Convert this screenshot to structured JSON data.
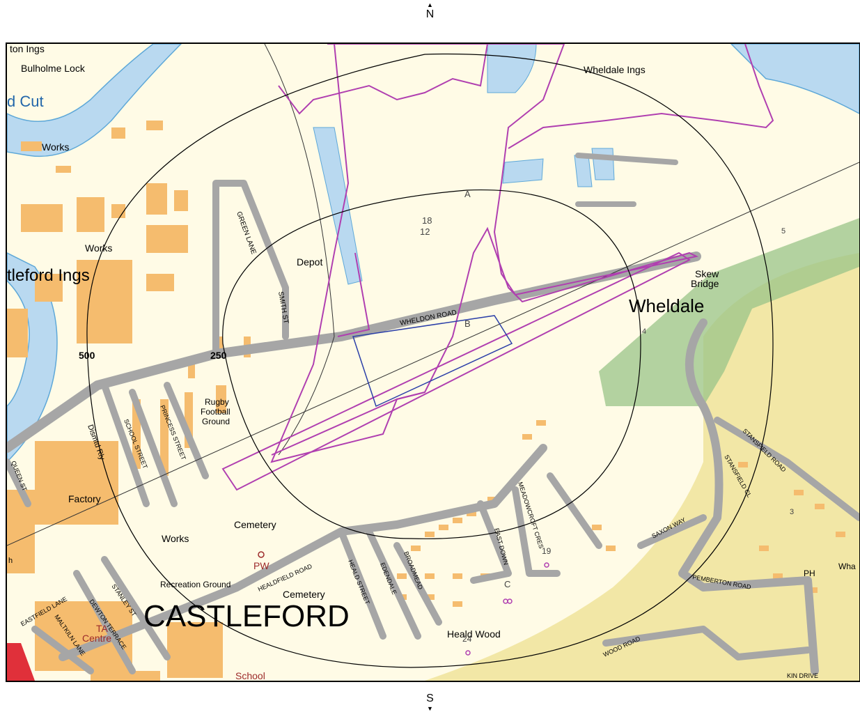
{
  "compass": {
    "north": "N",
    "south": "S",
    "up_arrow": "▲",
    "down_arrow": "▼"
  },
  "labels": {
    "ton_ings": "ton Ings",
    "bulholme_lock": "Bulholme Lock",
    "cut": "d Cut",
    "works_1": "Works",
    "works_2": "Works",
    "works_3": "Works",
    "castleford_ings": "tleford Ings",
    "depot": "Depot",
    "green_lane": "GREEN LANE",
    "smith_st": "SMITH ST",
    "wheldon_road": "WHELDON ROAD",
    "wheldale_ings": "Wheldale Ings",
    "skew_bridge_1": "Skew",
    "skew_bridge_2": "Bridge",
    "wheldale": "Wheldale",
    "rugby_1": "Rugby",
    "rugby_2": "Football",
    "rugby_3": "Ground",
    "dismtd_rly": "Dismtd Rly",
    "school_street": "SCHOOL STREET",
    "princess_street": "PRINCESS STREET",
    "queen_st": "QUEEN ST",
    "factory": "Factory",
    "cemetery_1": "Cemetery",
    "cemetery_2": "Cemetery",
    "pw": "PW",
    "recreation_ground": "Recreation Ground",
    "healdfield_road": "HEALDFIELD ROAD",
    "heald_street": "HEALD STREET",
    "edendale": "EDENDALE",
    "broadmead": "BROADMEAD",
    "east_down": "EAST DOWN",
    "meadowcroft": "MEADOWCROFT CRES",
    "saxon_way": "SAXON WAY",
    "stansfield_road": "STANSFIELD ROAD",
    "stansfield_cl": "STANSFIELD CL",
    "pemberton_road": "PEMBERTON ROAD",
    "ph": "PH",
    "wha": "Wha",
    "castleford": "CASTLEFORD",
    "ta_centre_1": "TA",
    "ta_centre_2": "Centre",
    "eastfield_lane": "EASTFIELD LANE",
    "dewton_terrace": "DEWTON TERRACE",
    "stanley_st": "STANLEY ST",
    "maltkiln_lane": "MALTKILN LANE",
    "school": "School",
    "heald_wood": "Heald Wood",
    "wood_road": "WOOD ROAD",
    "kin_drive": "KIN DRIVE",
    "h": "h"
  },
  "ring_labels": {
    "r500": "500",
    "r250": "250"
  },
  "points": {
    "a": "A",
    "b": "B",
    "c": "C",
    "n18": "18",
    "n12": "12",
    "n5": "5",
    "n4": "4",
    "n3": "3",
    "n19": "19",
    "n24": "24"
  },
  "colors": {
    "map_bg": "#fffbe6",
    "building": "#f5bc6e",
    "road": "#a6a6a6",
    "water": "#b9d9f0",
    "river_outline": "#5ea8d8",
    "site_boundary": "#b03fb0",
    "study_area": "#2b3fa8",
    "woodland": "#8fbf7a",
    "landfill": "#f1e6a2"
  }
}
